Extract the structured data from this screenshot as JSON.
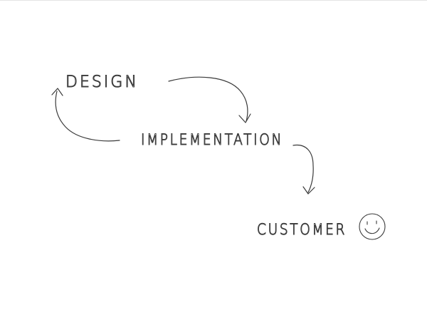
{
  "diagram": {
    "nodes": [
      {
        "id": "design",
        "label": "DESIGN"
      },
      {
        "id": "implementation",
        "label": "IMPLEMENTATION"
      },
      {
        "id": "customer",
        "label": "CUSTOMER"
      }
    ],
    "edges": [
      {
        "from": "design",
        "to": "implementation"
      },
      {
        "from": "implementation",
        "to": "design"
      },
      {
        "from": "implementation",
        "to": "customer"
      }
    ],
    "icons": [
      "smiley-face-icon"
    ],
    "colors": {
      "stroke": "#3a3a3a",
      "background": "#ffffff"
    }
  }
}
